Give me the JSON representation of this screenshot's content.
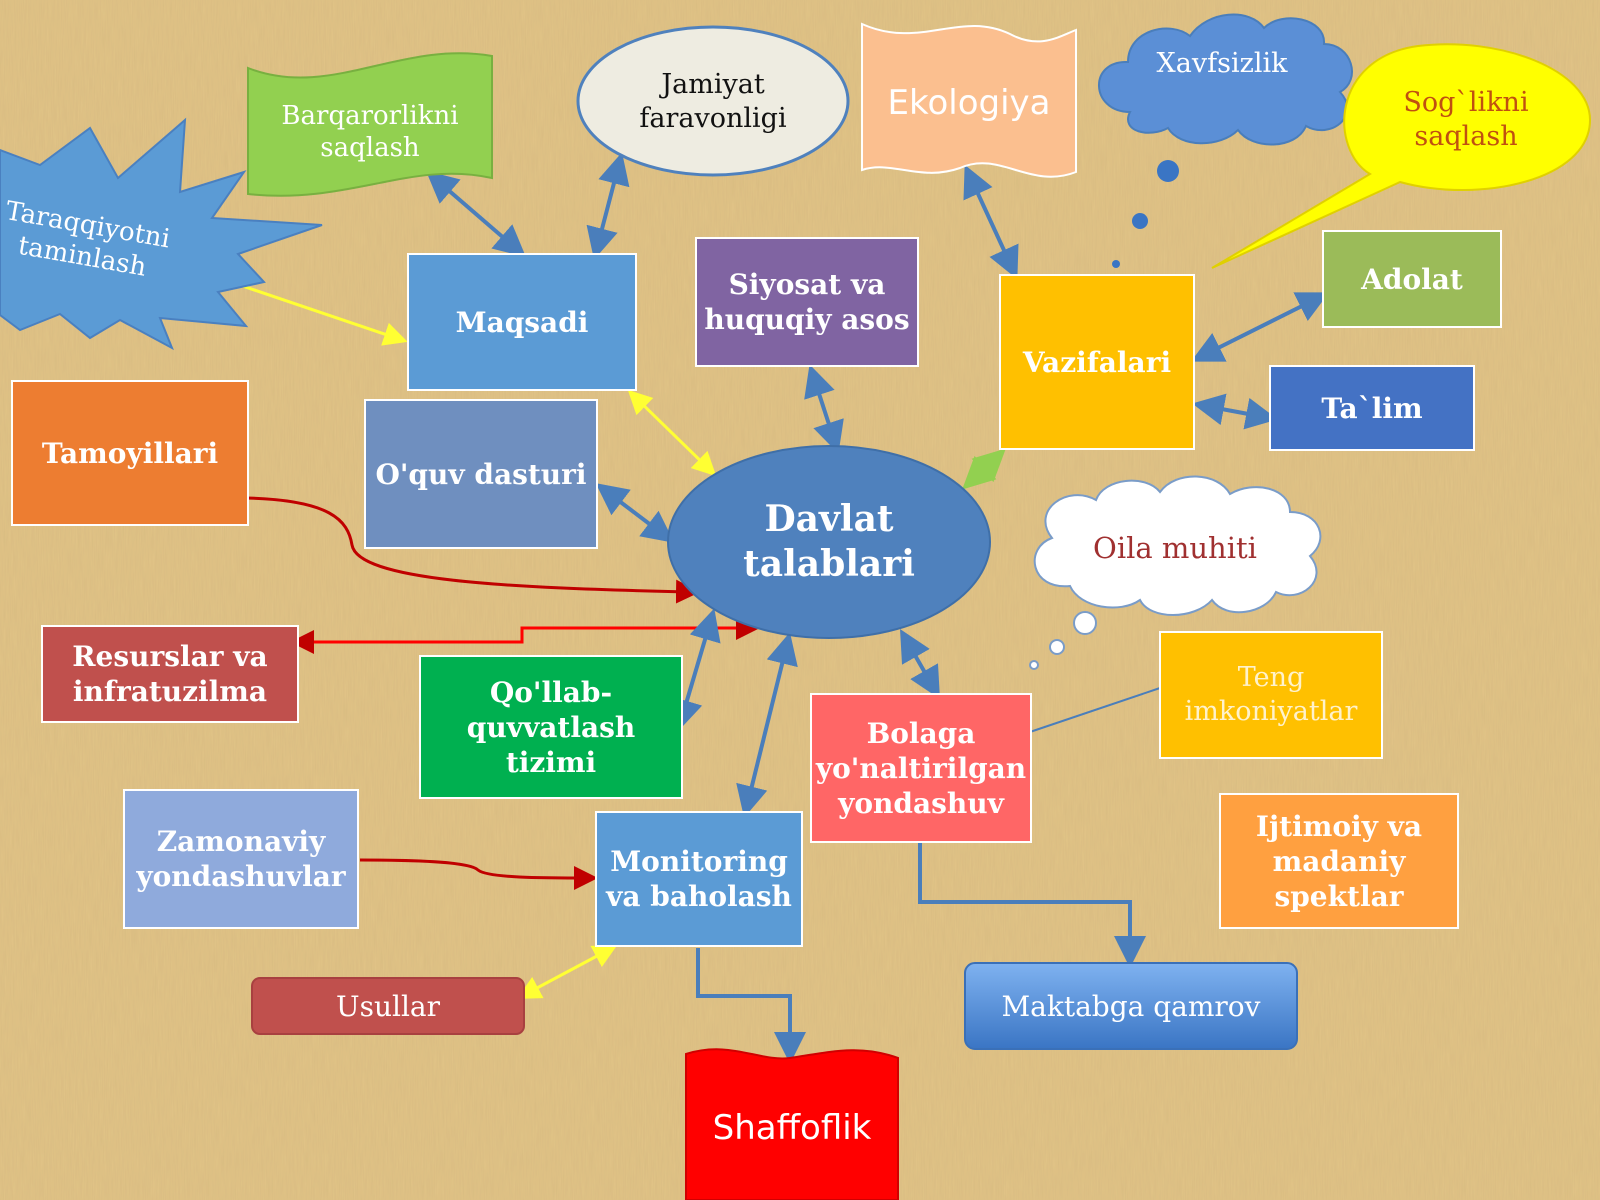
{
  "nodes": {
    "center": "Davlat\ntalablari",
    "taraqqiyot": "Taraqqiyotni\ntaminlash",
    "barqarorlik": "Barqarorlikni\nsaqlash",
    "jamiyat": "Jamiyat\nfaravonligi",
    "ekologiya": "Ekologiya",
    "xavfsizlik": "Xavfsizlik",
    "soglik": "Sog`likni\nsaqlash",
    "maqsadi": "Maqsadi",
    "siyosat": "Siyosat va\nhuquqiy asos",
    "vazifalari": "Vazifalari",
    "adolat": "Adolat",
    "talim": "Ta`lim",
    "tamoyillari": "Tamoyillari",
    "oquv": "O'quv dasturi",
    "oila": "Oila muhiti",
    "resurslar": "Resurslar va\ninfratuzilma",
    "qollab": "Qo'llab-\nquvvatlash tizimi",
    "bolaga": "Bolaga\nyo'naltirilgan\nyondashuv",
    "teng": "Teng\nimkoniyatlar",
    "zamonaviy": "Zamonaviy\nyondashuvlar",
    "monitoring": "Monitoring\nva baholash",
    "ijtimoiy": "Ijtimoiy va\nmadaniy\nspektlar",
    "usullar": "Usullar",
    "maktabga": "Maktabga qamrov",
    "shaffoflik": "Shaffoflik"
  },
  "colors": {
    "background": "#e2c487",
    "arrow_blue": "#4a7ebb",
    "arrow_yellow": "#ffff33",
    "arrow_red": "#c00000",
    "arrow_green": "#92d050",
    "center": "#4f81bd",
    "maqsadi": "#5b9bd5",
    "siyosat": "#8064a2",
    "vazifalari": "#ffc000",
    "adolat": "#9bbb59",
    "talim": "#4472c4",
    "tamoyillari": "#ed7d31",
    "oquv": "#6f8fbf",
    "resurslar": "#c0504d",
    "qollab": "#00b050",
    "bolaga": "#ff6666",
    "teng": "#ffc000",
    "zamonaviy": "#8faadc",
    "monitoring": "#5b9bd5",
    "ijtimoiy": "#ffa040",
    "usullar": "#c0504d",
    "maktabga": "#4a86d8",
    "shaffoflik": "#ff0000",
    "barqarorlik": "#92d050",
    "jamiyat": "#eeece1",
    "ekologiya": "#fbbf8f",
    "xavfsizlik": "#5b8fd6",
    "soglik": "#ffff00",
    "taraqqiyot": "#5b9bd5"
  }
}
